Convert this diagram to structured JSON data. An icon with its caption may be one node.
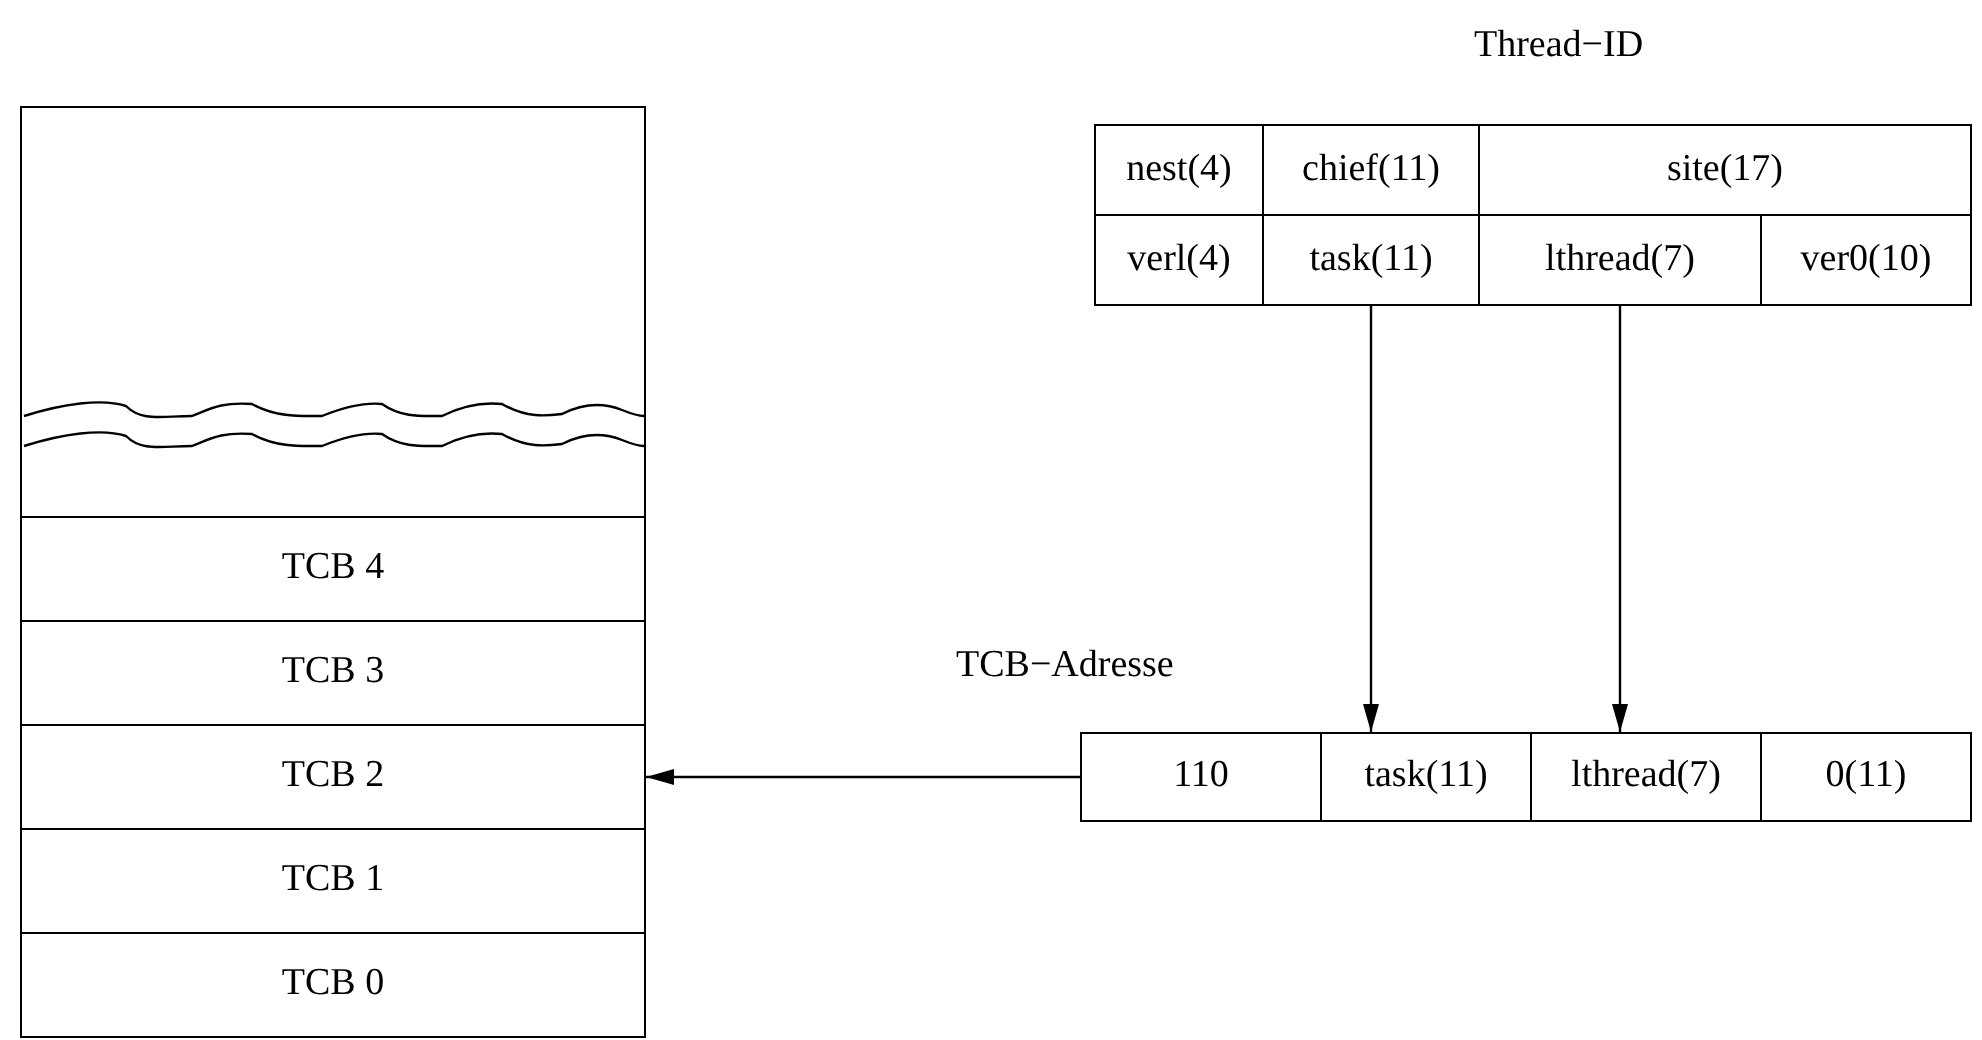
{
  "diagram": {
    "nodes": [
      {
        "text": [],
        "shape": "box"
      },
      {
        "text": [
          "TCB 4"
        ],
        "in": 0
      },
      {
        "text": [
          "TCB 3"
        ],
        "in": 0
      },
      {
        "text": [
          "TCB 2"
        ],
        "in": 0
      },
      {
        "text": [
          "TCB 1"
        ],
        "in": 0
      },
      {
        "text": [
          "TCB 0"
        ],
        "in": 0
      },
      {
        "text": [
          "Thread−ID"
        ]
      },
      {
        "text": [
          "nest(4)"
        ],
        "in": 6
      },
      {
        "text": [
          "chief(11)"
        ],
        "in": 6
      },
      {
        "text": [
          "site(17)"
        ],
        "in": 6
      },
      {
        "text": [
          "verl(4)"
        ],
        "in": 6
      },
      {
        "text": [
          "task(11)"
        ],
        "in": 6
      },
      {
        "text": [
          "lthread(7)"
        ],
        "in": 6
      },
      {
        "text": [
          "ver0(10)"
        ],
        "in": 6
      },
      {
        "text": [
          "TCB−Adresse"
        ]
      },
      {
        "text": [
          "110"
        ],
        "in": 14
      },
      {
        "text": [
          "task(11)"
        ],
        "in": 14
      },
      {
        "text": [
          "lthread(7)"
        ],
        "in": 14
      },
      {
        "text": [
          "0(11)"
        ],
        "in": 14
      }
    ],
    "edges": [
      {
        "from": 11,
        "to": 16,
        "arrow": "to"
      },
      {
        "from": 12,
        "to": 17,
        "arrow": "to"
      },
      {
        "from": 15,
        "to": 3,
        "arrow": "to"
      }
    ]
  }
}
